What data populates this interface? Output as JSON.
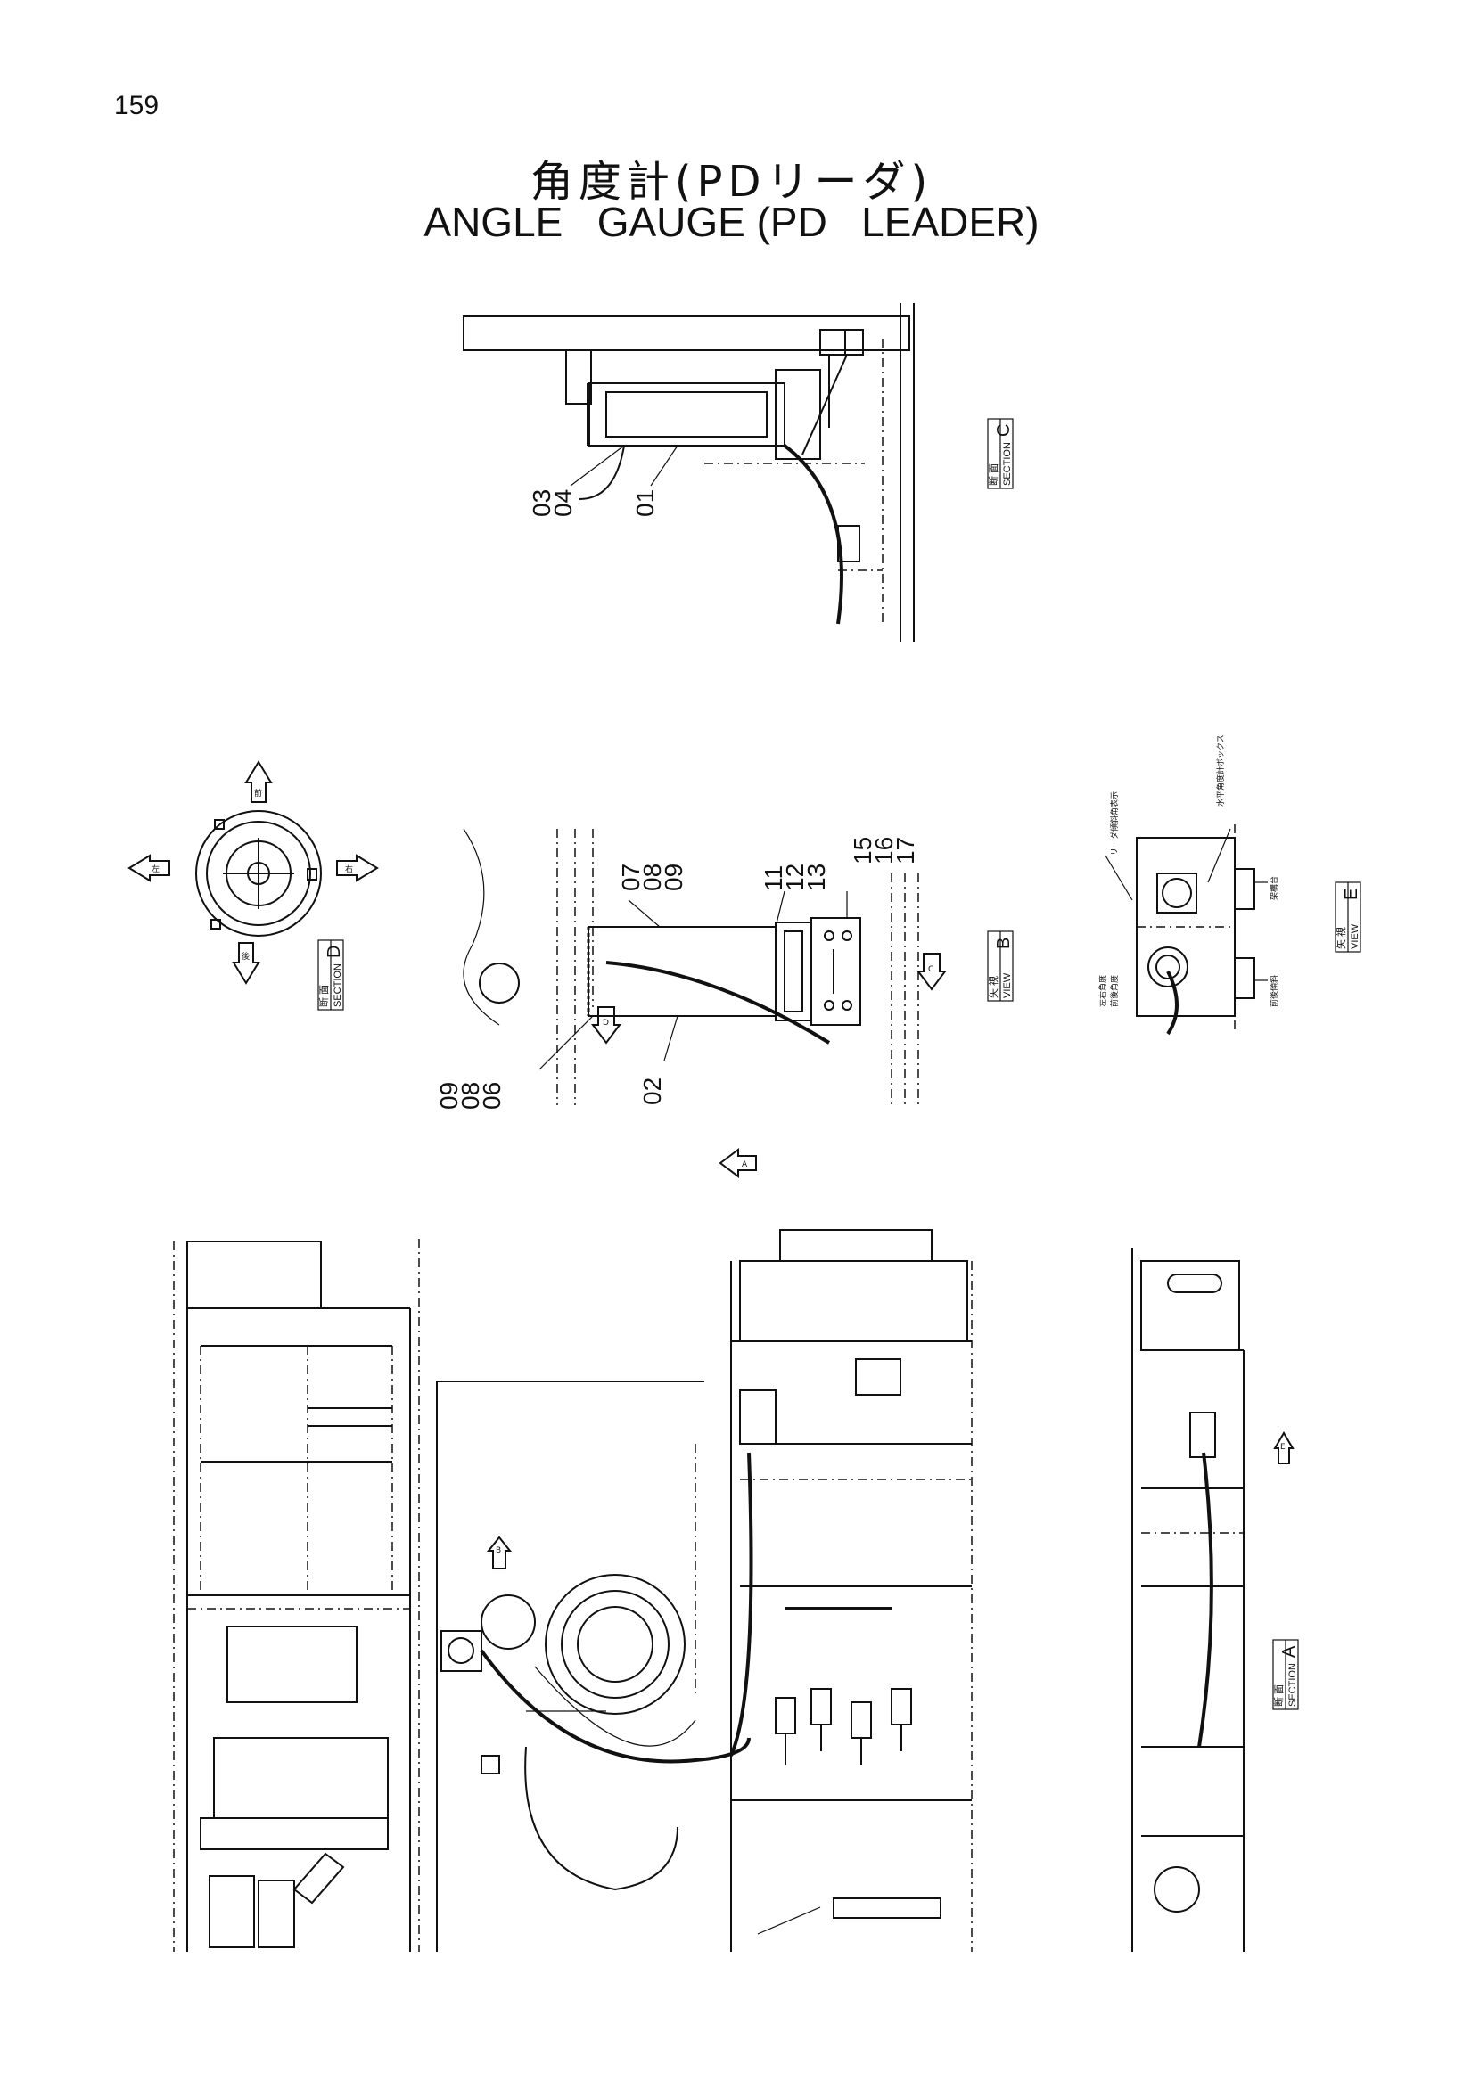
{
  "page_number": "159",
  "title": {
    "japanese": "角度計(PDリーダ)",
    "english": "ANGLE   GAUGE (PD   LEADER)"
  },
  "views": {
    "section_c": {
      "caption_small": "SECTION",
      "letter": "C",
      "kanji": "断 面",
      "part_labels": [
        "03",
        "04",
        "01"
      ]
    },
    "section_d": {
      "caption_small": "SECTION",
      "letter": "D",
      "kanji": "断 面",
      "arrows": [
        "前",
        "左",
        "右",
        "後"
      ]
    },
    "view_b": {
      "caption_small": "VIEW",
      "letter": "B",
      "kanji": "矢 視",
      "part_labels": [
        "07",
        "08",
        "09",
        "11",
        "12",
        "13",
        "15",
        "16",
        "17",
        "09",
        "08",
        "06",
        "02"
      ],
      "marker_c": "C",
      "marker_d": "D"
    },
    "view_e": {
      "caption_small": "VIEW",
      "letter": "E",
      "kanji": "矢 視",
      "notes": [
        "リーダ傾斜角表示",
        "水平角度計ボックス",
        "前後角度",
        "左右角度",
        "架構台",
        "前後傾斜"
      ]
    },
    "section_a": {
      "caption_small": "SECTION",
      "letter": "A",
      "kanji": "断 面"
    }
  },
  "markers": {
    "arrow_a": "A",
    "arrow_b": "B",
    "arrow_e": "E"
  }
}
